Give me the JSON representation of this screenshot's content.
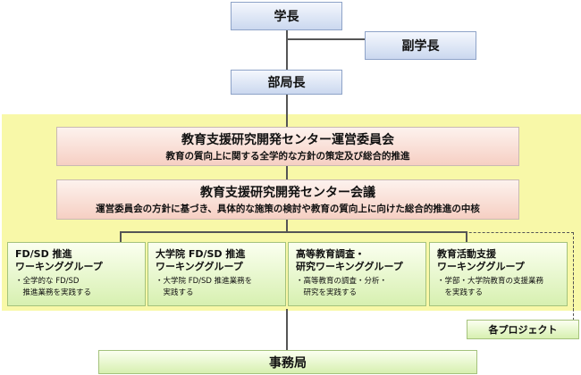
{
  "president": "学長",
  "vice_president": "副学長",
  "dept_head": "部局長",
  "steering_committee": {
    "title": "教育支援研究開発センター運営委員会",
    "description": "教育の質向上に関する全学的な方針の策定及び総合的推進"
  },
  "center_council": {
    "title": "教育支援研究開発センター会議",
    "description": "運営委員会の方針に基づき、具体的な施策の検討や教育の質向上に向けた総合的推進の中核"
  },
  "working_groups": [
    {
      "title": "FD/SD 推進\nワーキンググループ",
      "description": "・全学的な FD/SD\n　推進業務を実践する"
    },
    {
      "title": "大学院 FD/SD 推進\nワーキンググループ",
      "description": "・大学院 FD/SD 推進業務を\n　実践する"
    },
    {
      "title": "高等教育調査・\n研究ワーキンググループ",
      "description": "・高等教育の調査・分析・\n　研究を実践する"
    },
    {
      "title": "教育活動支援\nワーキンググループ",
      "description": "・学部・大学院教育の支援業務\n　を実践する"
    }
  ],
  "projects": "各プロジェクト",
  "office": "事務局",
  "colors": {
    "region": "#f8f8a8",
    "blue_box": "#cbd8ef",
    "pink_box": "#f6cfc3",
    "green_box": "#d7f0b0"
  }
}
